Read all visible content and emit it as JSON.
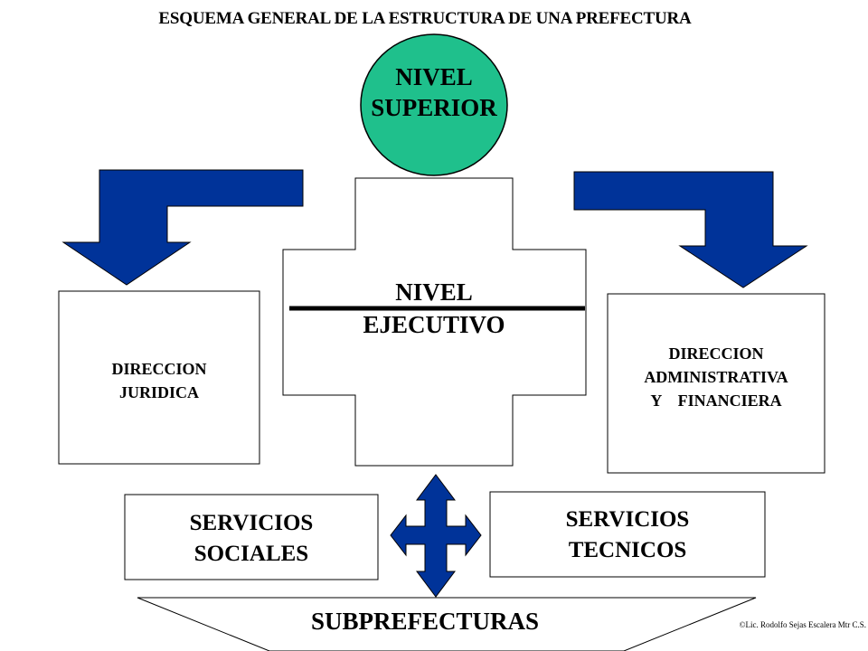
{
  "title": "ESQUEMA GENERAL DE LA ESTRUCTURA DE UNA PREFECTURA",
  "nivel_superior": {
    "lines": [
      "NIVEL",
      "SUPERIOR"
    ]
  },
  "nivel_ejecutivo": {
    "lines": [
      "NIVEL",
      "EJECUTIVO"
    ]
  },
  "direccion_juridica": {
    "lines": [
      "DIRECCION",
      "JURIDICA"
    ]
  },
  "direccion_administrativa": {
    "lines": [
      "DIRECCION",
      "ADMINISTRATIVA",
      "Y    FINANCIERA"
    ]
  },
  "servicios_sociales": {
    "lines": [
      "SERVICIOS",
      "SOCIALES"
    ]
  },
  "servicios_tecnicos": {
    "lines": [
      "SERVICIOS",
      "TECNICOS"
    ]
  },
  "subprefecturas": "SUBPREFECTURAS",
  "credit": "©Lic. Rodolfo Sejas Escalera Mtr C.S.",
  "colors": {
    "circle_fill": "#1fc08c",
    "arrow_fill": "#003399",
    "outline": "#000000",
    "background": "#ffffff"
  },
  "icons": {
    "left_arrow": "bent-down-arrow-icon",
    "right_arrow": "bent-down-arrow-icon",
    "center_arrow": "four-way-arrow-icon"
  }
}
